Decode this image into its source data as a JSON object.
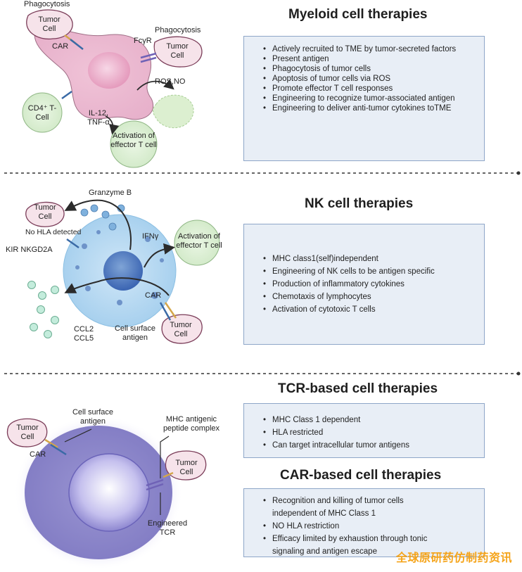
{
  "sections": {
    "myeloid": {
      "title": "Myeloid  cell therapies",
      "bullets": [
        "Actively recruited to TME by tumor-secreted factors",
        "Present antigen",
        "Phagocytosis of tumor cells",
        "Apoptosis of tumor cells via ROS",
        "Promote effector T cell responses",
        "Engineering to recognize tumor-associated antigen",
        "Engineering to deliver anti-tumor cytokines toTME"
      ],
      "labels": {
        "phagocytosis_left": "Phagocytosis",
        "tumor_cell_left": "Tumor Cell",
        "car": "CAR",
        "fcyr": "FcγR",
        "phagocytosis_right": "Phagocytosis",
        "tumor_cell_right": "Tumor Cell",
        "ros_no": "ROS,NO",
        "cd4_t_cell": "CD4⁺ T-Cell",
        "il12_tnf": "IL-12, TNF-α",
        "activation": "Activation of effector T cell"
      }
    },
    "nk": {
      "title": "NK cell therapies",
      "bullets": [
        "MHC class1(self)independent",
        "Engineering of NK cells to be antigen specific",
        "Production of inflammatory cytokines",
        "Chemotaxis of lymphocytes",
        "Activation of cytotoxic T cells"
      ],
      "labels": {
        "granzyme": "Granzyme B",
        "tumor_cell_top": "Tumor Cell",
        "no_hla": "No HLA detected",
        "kir": "KIR NKGD2A",
        "ifn": "IFNγ",
        "activation": "Activation of effector T cell",
        "car": "CAR",
        "ccl": "CCL2 CCL5",
        "cell_surface_antigen": "Cell surface antigen",
        "tumor_cell_bottom": "Tumor Cell"
      }
    },
    "tcr": {
      "title": "TCR-based cell therapies",
      "bullets": [
        "MHC Class 1 dependent",
        "HLA restricted",
        "Can target intracellular tumor antigens"
      ],
      "labels": {
        "tumor_cell_left": "Tumor Cell",
        "car": "CAR",
        "cell_surface_antigen": "Cell surface antigen",
        "mhc_complex": "MHC antigenic peptide complex",
        "tumor_cell_right": "Tumor Cell",
        "engineered_tcr": "Engineered TCR"
      }
    },
    "car": {
      "title": "CAR-based cell therapies",
      "bullets": [
        "Recognition and killing of tumor cells independent of MHC Class 1",
        "NO HLA restriction",
        "Efficacy limited by exhaustion through tonic signaling and antigen escape"
      ]
    }
  },
  "watermark": "全球原研药仿制药资讯",
  "colors": {
    "box_fill": "#e8eef6",
    "box_border": "#8ea6c8",
    "macrophage": "#eab7cf",
    "tumor_cell": "#f6e3ea",
    "t_cell": "#d8ecd2",
    "nk_cell": "#a9d3f0",
    "tcr_cell": "#8b86c9",
    "watermark": "#f5a41a"
  }
}
